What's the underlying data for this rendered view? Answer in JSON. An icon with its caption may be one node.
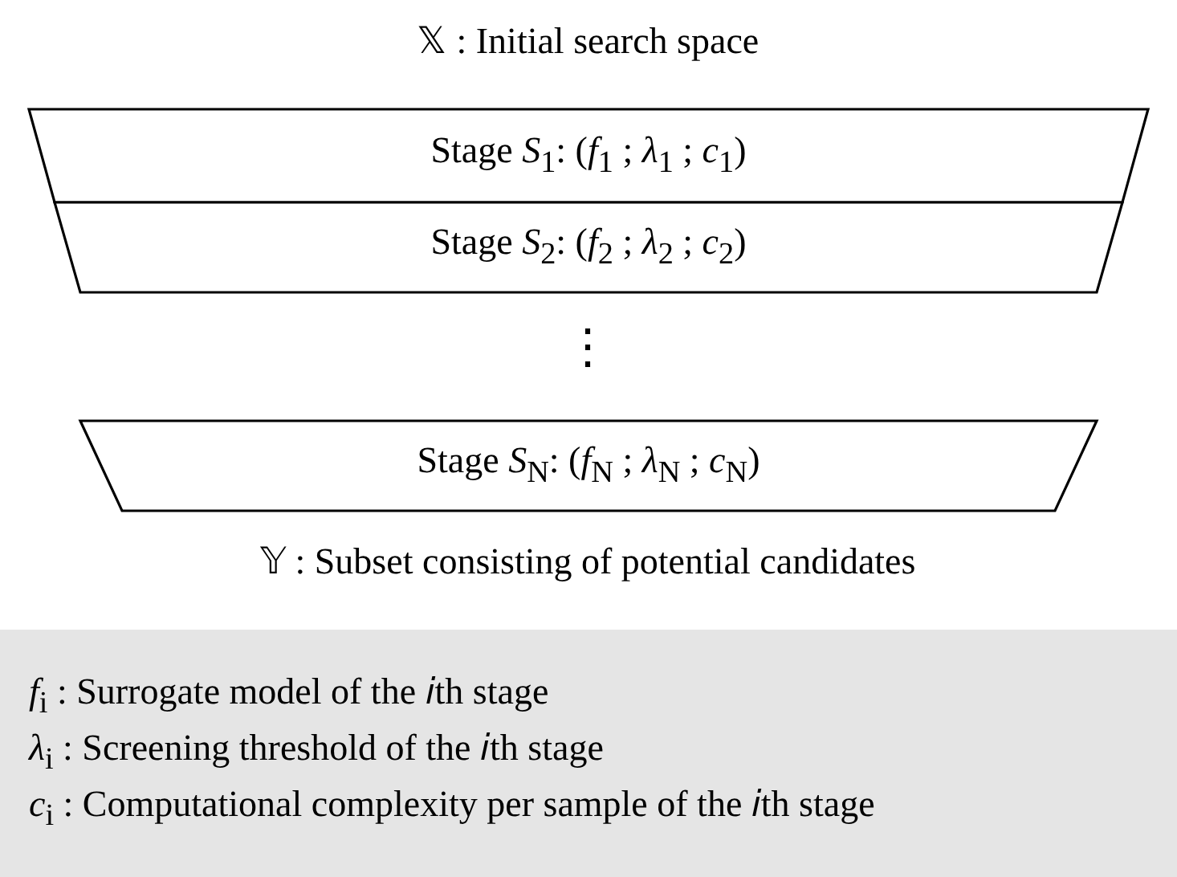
{
  "diagram": {
    "nodes": [
      {
        "text": [
          "Stage *S*$_{1}$: (*f*$_{1}$ ; *λ*$_{1}$ ; *c*$_{1}$)"
        ]
      },
      {
        "text": [
          "Stage *S*$_{2}$: (*f*$_{2}$ ; *λ*$_{2}$ ; *c*$_{2}$)"
        ]
      },
      {
        "text": [
          "Stage *S*$_{N}$: (*f*$_{N}$ ; *λ*$_{N}$ ; *c*$_{N}$)"
        ]
      }
    ],
    "labels": [
      "𝕏 : Initial search space",
      "⋮",
      "𝕐 : Subset consisting of potential candidates",
      "*f*$_{i}$ : Surrogate model of the 𝑖th stage",
      "*λ*$_{i}$ : Screening threshold of the 𝑖th stage",
      "*c*$_{i}$ : Computational complexity per sample of the 𝑖th stage"
    ]
  }
}
